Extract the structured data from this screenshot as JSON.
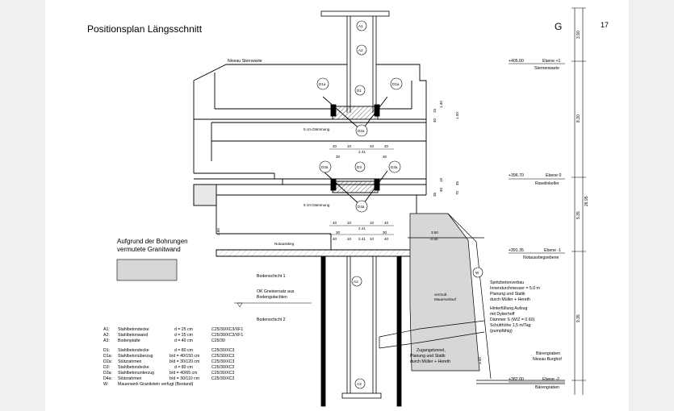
{
  "drawing": {
    "title": "Positionsplan Längsschnitt",
    "section_letter": "G",
    "page_number": "17"
  },
  "levels": [
    {
      "elev": "+405.00",
      "name": "Ebene +1",
      "sub": "Sternenwarte"
    },
    {
      "elev": "+396.70",
      "name": "Ebene 0",
      "sub": "Ravelinkeller"
    },
    {
      "elev": "+391.35",
      "name": "Ebene -1",
      "sub": "Notausstiegsebene"
    },
    {
      "elev": "+382.00",
      "name": "Ebene -2",
      "sub": "Bärengraben"
    }
  ],
  "right_dims": [
    "3.90",
    "8.30",
    "5.35",
    "9.35",
    "26.95"
  ],
  "roof_label": "Niveau Sternwarte",
  "callouts": {
    "A1": "A1",
    "A2": "A2",
    "A3": "A3",
    "D1": "D1",
    "D1a": "D1a",
    "D2a": "D2a",
    "D3": "D3",
    "D3a": "D3a",
    "D4a": "D4a",
    "W": "W"
  },
  "notes": {
    "daemmung": "5 cm Dämmung",
    "notausstieg": "Notausstieg",
    "granit_1": "Aufgrund der Bohrungen",
    "granit_2": "vermutete Granitwand",
    "boden1": "Bodenschicht 1",
    "gneis_1": "OK Gneisersatz aus",
    "gneis_2": "Bodengutachten",
    "boden2": "Bodenschicht 2",
    "mauer_1": "vermutl.",
    "mauer_2": "Mauerverlauf",
    "spritz": [
      "Spritzbetonverbau",
      "Innendurchmesser = 5.0 m",
      "Planung und Statik",
      "durch Müller + Hereth"
    ],
    "hinter": [
      "Hinterfüllung Aufzug",
      "mit Dykerhoff",
      "Dämmer S (W/Z = 0.60)",
      "Schütthöhe 1,5 m/Tag",
      "(pumpfähig)"
    ],
    "tunnel": [
      "Zugangstunnel,",
      "Planung und Statik",
      "durch Müller + Hereth"
    ],
    "baeren": [
      "Bärengraben",
      "Niveau Burghof"
    ]
  },
  "dims": {
    "row1": [
      "40",
      "10",
      "2.41",
      "10",
      "40"
    ],
    "row1b": [
      "30",
      "30"
    ],
    "row2": [
      "40",
      "10",
      "2.41",
      "10",
      "40"
    ],
    "row2b": [
      "30",
      "30"
    ],
    "row3": [
      "40",
      "10",
      "2.41",
      "10",
      "40"
    ],
    "row3b": [
      "30",
      "30"
    ],
    "vert1": [
      "40",
      "15",
      "1.40"
    ],
    "vert1b": "1.00",
    "vert2": [
      "35",
      "40",
      "10"
    ],
    "vert2b": [
      "45",
      "70"
    ],
    "h260": "2.60",
    "h350": "3.50",
    "h450": "-4.50",
    "h300": "3.00"
  },
  "legend": [
    {
      "code": "A1:",
      "name": "Stahlbetondecke",
      "dim": "d = 25 cm",
      "spec": "C25/30/XC3/XF1"
    },
    {
      "code": "A2:",
      "name": "Stahlbetonwand",
      "dim": "d = 25 cm",
      "spec": "C25/30/XC3/XF1"
    },
    {
      "code": "A3:",
      "name": "Bodenplatte",
      "dim": "d = 40 cm",
      "spec": "C25/30"
    },
    {
      "code": "D1:",
      "name": "Stahlbetondecke",
      "dim": "d = 80 cm",
      "spec": "C25/30/XC3"
    },
    {
      "code": "D1a:",
      "name": "Stahlbetonüberzug",
      "dim": "b/d = 40/150 cm",
      "spec": "C25/30/XC3"
    },
    {
      "code": "D2a:",
      "name": "Stützrahmen",
      "dim": "b/d = 30/120 cm",
      "spec": "C25/30/XC3"
    },
    {
      "code": "D3:",
      "name": "Stahlbetondecke",
      "dim": "d = 80 cm",
      "spec": "C25/30/XC3"
    },
    {
      "code": "D3a:",
      "name": "Stahlbetonunterzug",
      "dim": "b/d = 40/65 cm",
      "spec": "C25/30/XC3"
    },
    {
      "code": "D4a:",
      "name": "Stützrahmen",
      "dim": "b/d = 30/110 cm",
      "spec": "C25/30/XC3"
    },
    {
      "code": "W:",
      "name": "Mauerwerk Granitstein verfugt (Bestand)",
      "dim": "",
      "spec": ""
    }
  ]
}
